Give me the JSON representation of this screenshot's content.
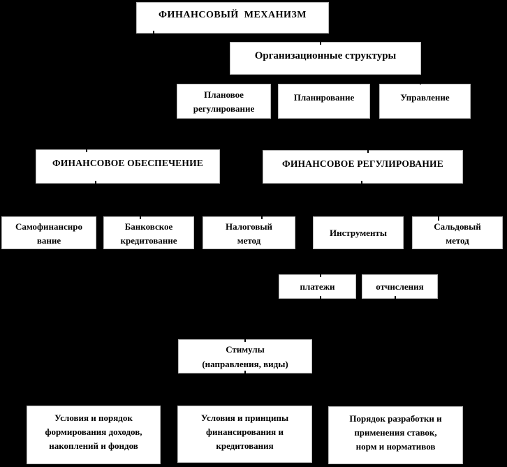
{
  "diagram": {
    "background_color": "#000000",
    "box_fill_color": "#ffffff",
    "box_text_color": "#000000",
    "nodes": {
      "finmech": "ФИНАНСОВЫЙ  МЕХАНИЗМ",
      "org": "Организационные структуры",
      "plan_reg": "Плановое\nрегулирование",
      "planning": "Планирование",
      "management": "Управление",
      "fin_provision": "ФИНАНСОВОЕ ОБЕСПЕЧЕНИЕ",
      "fin_regulation": "ФИНАНСОВОЕ РЕГУЛИРОВАНИЕ",
      "self_financing": "Самофинансиро\nвание",
      "bank_credit": "Банковское\nкредитование",
      "tax_method": "Налоговый\nметод",
      "instruments": "Инструменты",
      "saldo_method": "Сальдовый\nметод",
      "payments": "платежи",
      "deductions": "отчисления",
      "stimuli": "Стимулы\n(направления, виды)",
      "cond_formation": "Условия и порядок\nформирования доходов,\nнакоплений и фондов",
      "cond_financing": "Условия и принципы\nфинансирования и\nкредитования",
      "cond_rates": "Порядок разработки и\nприменения ставок,\nнорм и нормативов"
    }
  }
}
